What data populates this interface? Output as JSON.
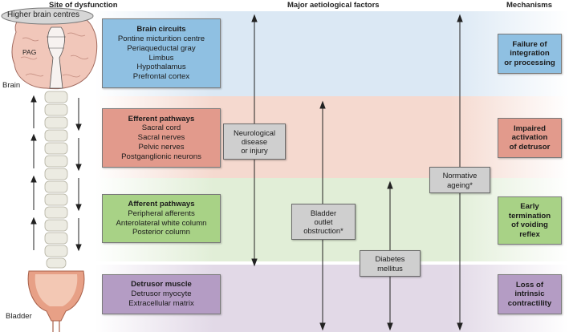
{
  "headers": {
    "site": "Site of dysfunction",
    "factors": "Major aetiological factors",
    "mechanisms": "Mechanisms"
  },
  "anatomy": {
    "higher_centres": "Higher brain centres",
    "pag": "PAG",
    "brain": "Brain",
    "bladder": "Bladder"
  },
  "sites": [
    {
      "title": "Brain circuits",
      "items": [
        "Pontine micturition centre",
        "Periaqueductal gray",
        "Limbus",
        "Hypothalamus",
        "Prefrontal cortex"
      ]
    },
    {
      "title": "Efferent pathways",
      "items": [
        "Sacral cord",
        "Sacral nerves",
        "Pelvic nerves",
        "Postganglionic neurons"
      ]
    },
    {
      "title": "Afferent pathways",
      "items": [
        "Peripheral afferents",
        "Anterolateral white column",
        "Posterior column"
      ]
    },
    {
      "title": "Detrusor muscle",
      "items": [
        "Detrusor myocyte",
        "Extracellular matrix"
      ]
    }
  ],
  "factors": {
    "neuro": [
      "Neurological",
      "disease",
      "or injury"
    ],
    "bladder": [
      "Bladder",
      "outlet",
      "obstruction*"
    ],
    "diabetes": [
      "Diabetes",
      "mellitus"
    ],
    "ageing": [
      "Normative",
      "ageing*"
    ]
  },
  "mechanisms": [
    [
      "Failure of",
      "integration",
      "or processing"
    ],
    [
      "Impaired",
      "activation",
      "of detrusor"
    ],
    [
      "Early",
      "termination",
      "of voiding",
      "reflex"
    ],
    [
      "Loss of",
      "intrinsic",
      "contractility"
    ]
  ],
  "colors": {
    "brain_band": "#dbe8f4",
    "efferent_band": "#f5d9cf",
    "afferent_band": "#e1eed7",
    "detrusor_band": "#e2d9e7",
    "brain_box": "#8fc0e2",
    "efferent_box": "#e29a8c",
    "afferent_box": "#a8d286",
    "detrusor_box": "#b49cc4"
  }
}
